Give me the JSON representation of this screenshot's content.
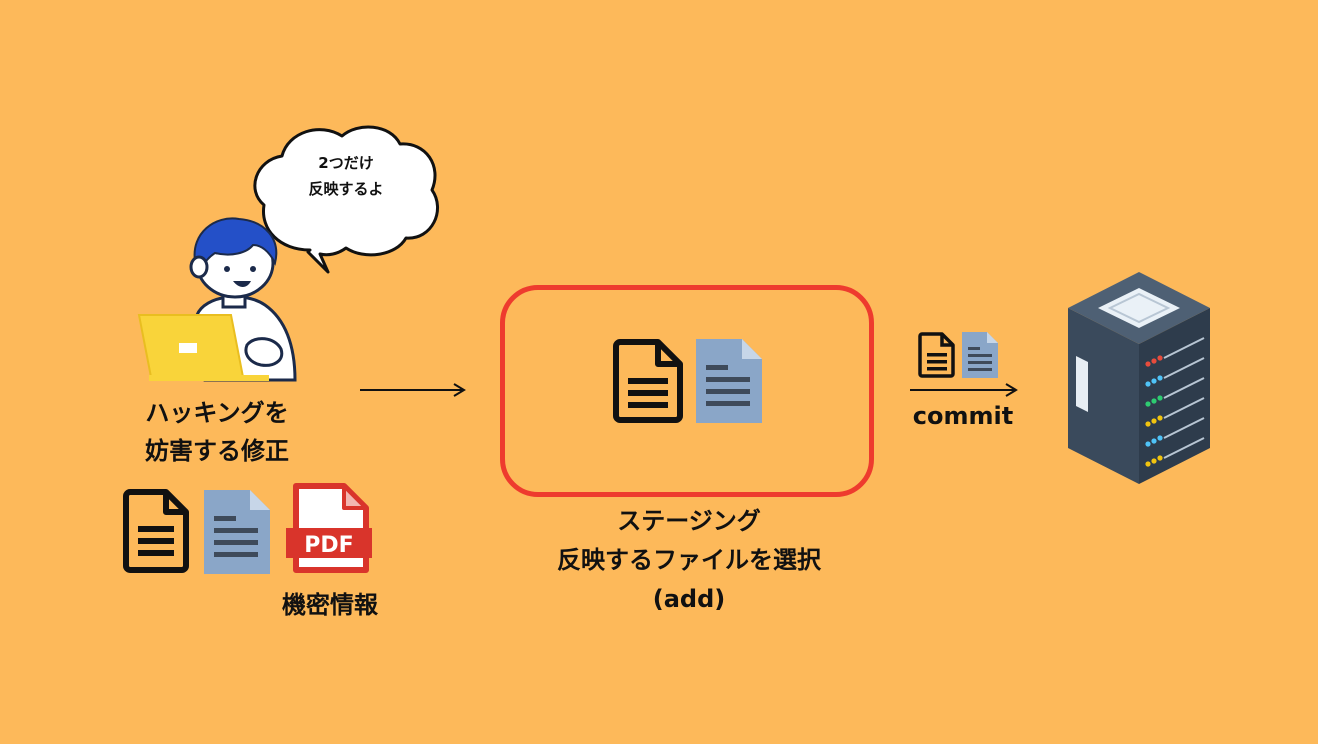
{
  "speech_bubble": {
    "line1": "2つだけ",
    "line2": "反映するよ"
  },
  "working_area": {
    "line1": "ハッキングを",
    "line2": "妨害する修正"
  },
  "confidential": {
    "label": "機密情報",
    "pdf_badge": "PDF"
  },
  "staging": {
    "line1": "ステージング",
    "line2": "反映するファイルを選択",
    "line3": "(add)"
  },
  "commit": {
    "label": "commit"
  },
  "colors": {
    "background": "#FDB95A",
    "staging_border": "#EE3B2E",
    "doc_blue": "#8AA6C8",
    "pdf_red": "#D9342B",
    "server": "#3A4A5C",
    "hair": "#2450C8",
    "laptop": "#F9D43A"
  }
}
